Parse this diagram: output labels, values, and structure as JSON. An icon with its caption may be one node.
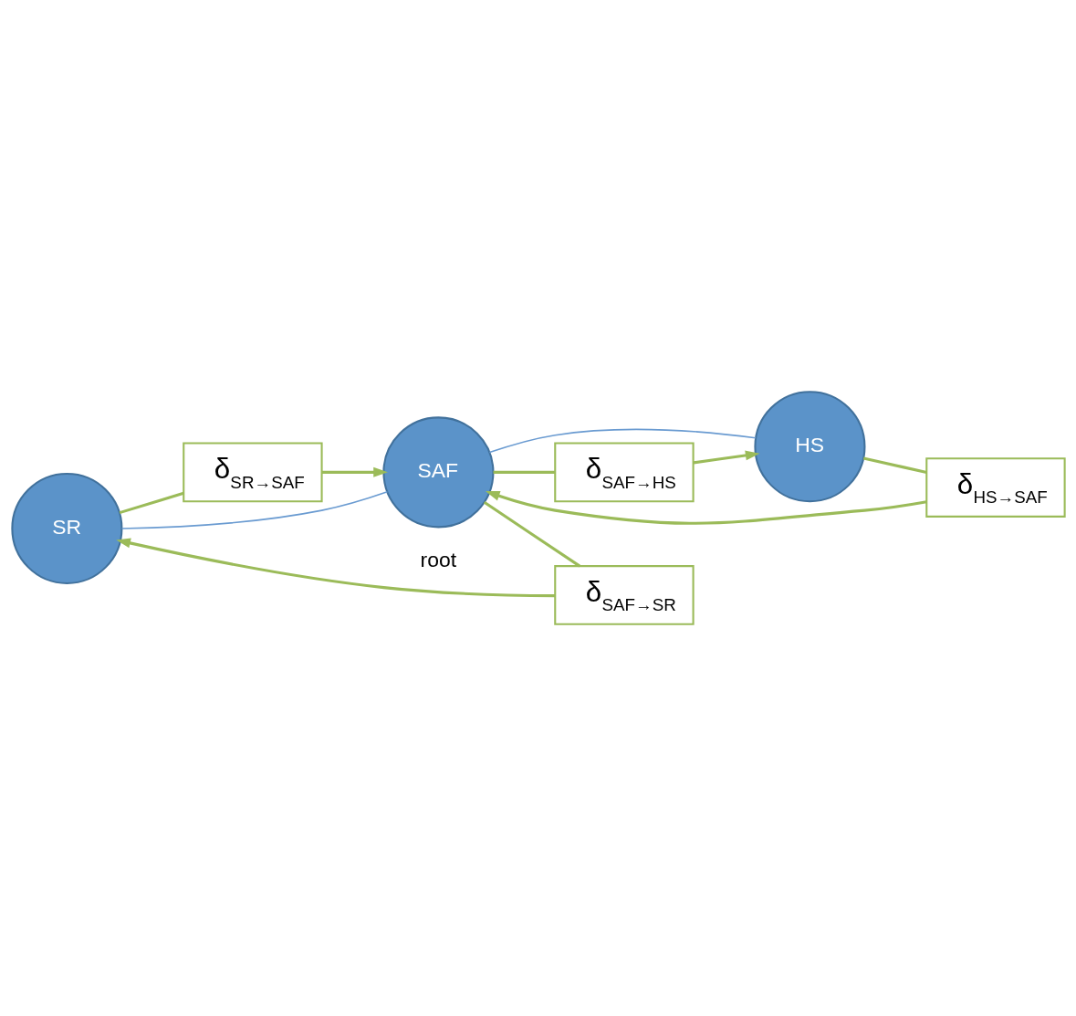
{
  "diagram": {
    "nodes": [
      {
        "text": [
          "SR"
        ]
      },
      {
        "text": [
          "δ$_{SAF→SR}$"
        ]
      },
      {
        "text": [
          "δ$_{SR→SAF}$"
        ]
      },
      {
        "text": [
          "HS"
        ]
      },
      {
        "text": [
          "SAF"
        ],
        "beside": [
          "root"
        ]
      },
      {
        "text": [
          "δ$_{HS→SAF}$"
        ]
      },
      {
        "text": [
          "δ$_{SAF→HS}$"
        ]
      }
    ],
    "edges": [
      {
        "from": 0,
        "to": 4,
        "arrow": "none",
        "color": "#6a9bd1"
      },
      {
        "from": 3,
        "to": 4,
        "arrow": "none",
        "color": "#6a9bd1"
      },
      {
        "from": 4,
        "to": 1,
        "arrow": "none"
      },
      {
        "from": 1,
        "to": 0,
        "arrow": "to"
      },
      {
        "from": 0,
        "to": 2,
        "arrow": "none"
      },
      {
        "from": 2,
        "to": 4,
        "arrow": "to"
      },
      {
        "from": 3,
        "to": 5,
        "arrow": "none"
      },
      {
        "from": 5,
        "to": 4,
        "arrow": "to"
      },
      {
        "from": 4,
        "to": 6,
        "arrow": "none"
      },
      {
        "from": 6,
        "to": 3,
        "arrow": "to"
      }
    ]
  }
}
